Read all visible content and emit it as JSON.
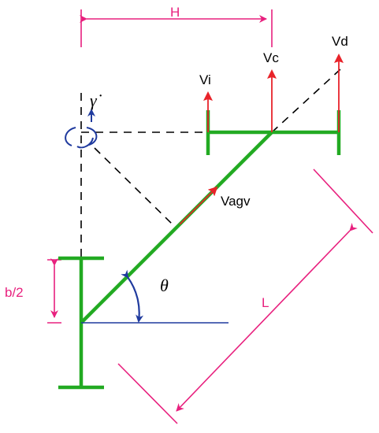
{
  "colors": {
    "structure": "#22aa22",
    "dimension": "#e8207e",
    "velocity": "#e8232a",
    "rotation": "#1f3a9e",
    "guide": "#000000",
    "text": "#000000"
  },
  "labels": {
    "H": "H",
    "Vc": "Vc",
    "Vd": "Vd",
    "Vi": "Vi",
    "gamma_dot": "γ̇",
    "Vagv": "Vagv",
    "b_half": "b/2",
    "theta": "θ",
    "L": "L"
  }
}
